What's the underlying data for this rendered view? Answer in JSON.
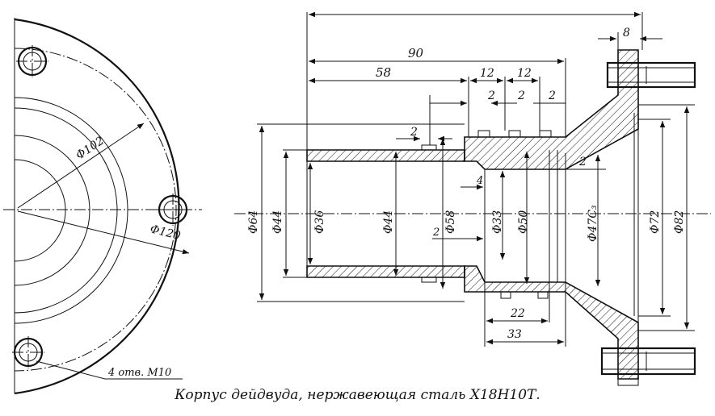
{
  "caption": "Корпус дейдвуда, нержавеющая сталь Х18Н10Т.",
  "left_view": {
    "dim_102": "Φ102",
    "dim_120": "Φ120",
    "holes_note": "4 отв. М10"
  },
  "section_view": {
    "dim_90": "90",
    "dim_58": "58",
    "dim_8": "8",
    "dim_12a": "12",
    "dim_12b": "12",
    "dim_2a": "2",
    "dim_2b": "2",
    "dim_2c": "2",
    "dim_2d": "2",
    "dim_2e": "2",
    "dim_2f": "2",
    "dim_4": "4",
    "dim_22": "22",
    "dim_33": "33",
    "dia_64": "Φ64",
    "dia_44a": "Φ44",
    "dia_36": "Φ36",
    "dia_44b": "Φ44",
    "dia_58": "Φ58",
    "dia_33": "Φ33",
    "dia_50": "Φ50",
    "dia_47": "Φ47С₃",
    "dia_72": "Φ72",
    "dia_82": "Φ82"
  }
}
